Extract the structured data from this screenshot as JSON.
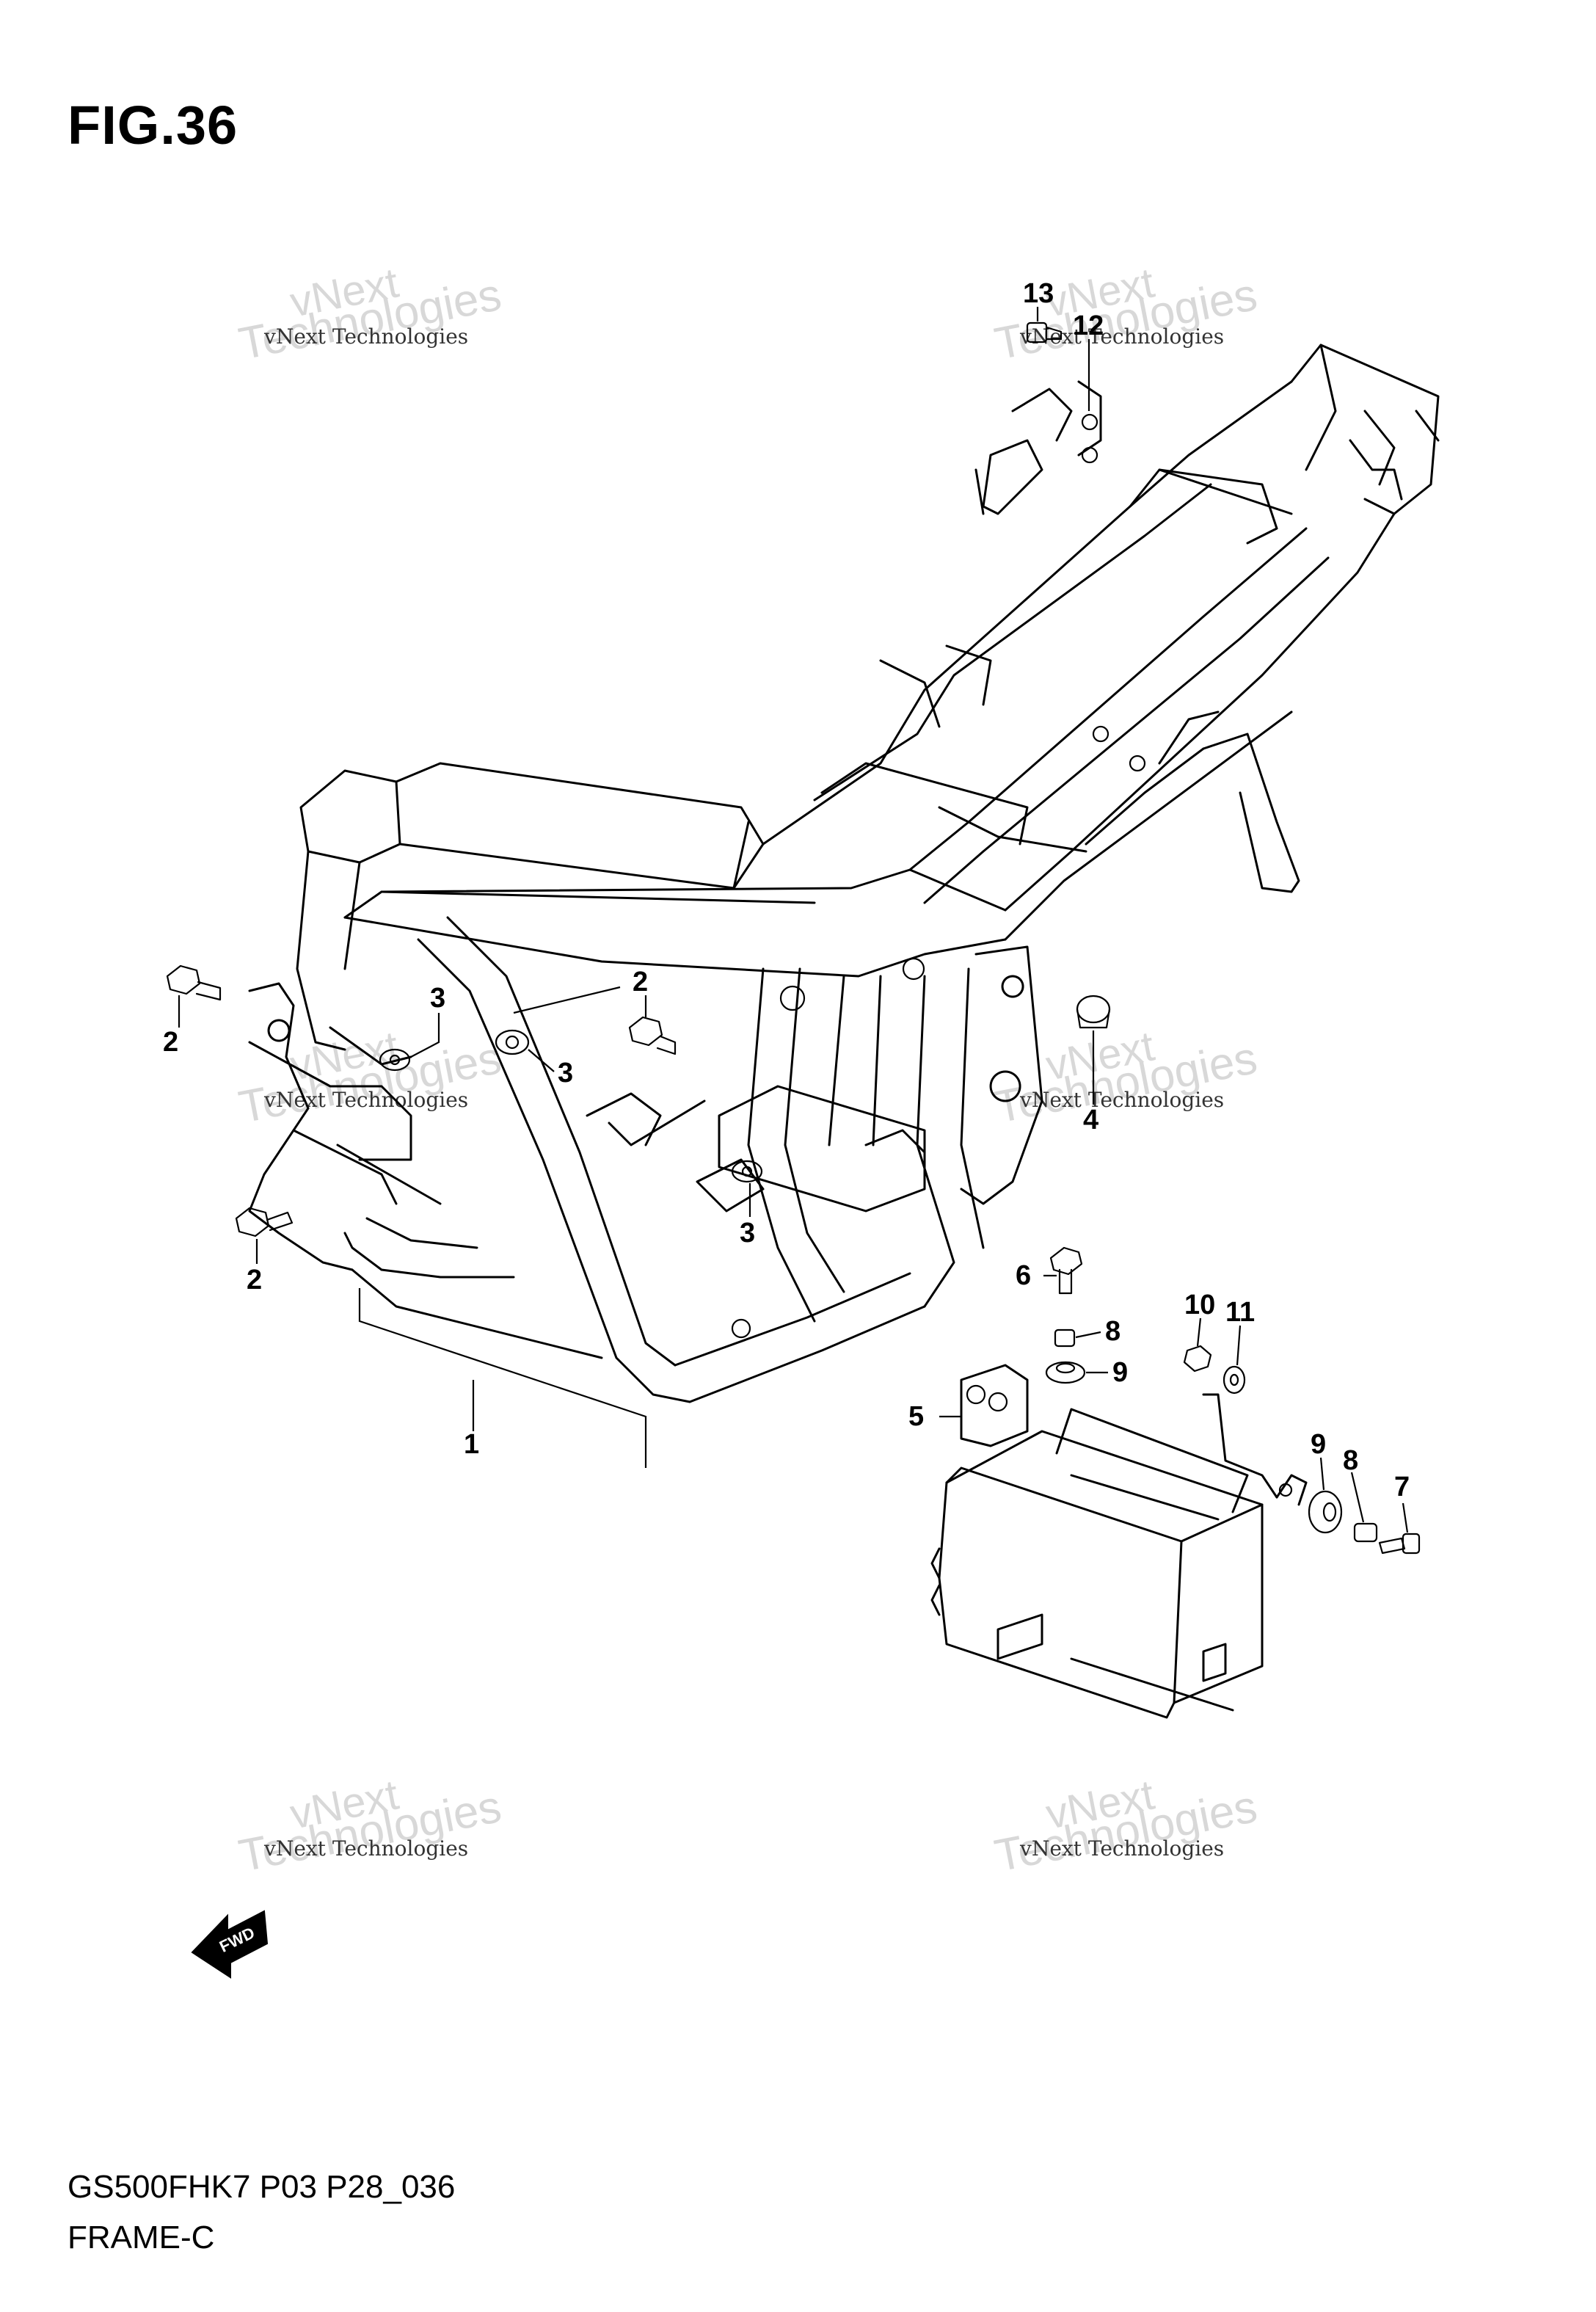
{
  "figure": {
    "title": "FIG.36",
    "code": "GS500FHK7 P03 P28_036",
    "name": "FRAME-C"
  },
  "watermark": {
    "line_small": "vNext Technologies",
    "line_big_a": "vNext",
    "line_big_b": "Technologies"
  },
  "direction_arrow": {
    "label": "FWD"
  },
  "callouts": [
    {
      "id": "c1",
      "label": "1"
    },
    {
      "id": "c2a",
      "label": "2"
    },
    {
      "id": "c2b",
      "label": "2"
    },
    {
      "id": "c2c",
      "label": "2"
    },
    {
      "id": "c3a",
      "label": "3"
    },
    {
      "id": "c3b",
      "label": "3"
    },
    {
      "id": "c3c",
      "label": "3"
    },
    {
      "id": "c4",
      "label": "4"
    },
    {
      "id": "c5",
      "label": "5"
    },
    {
      "id": "c6",
      "label": "6"
    },
    {
      "id": "c7",
      "label": "7"
    },
    {
      "id": "c8a",
      "label": "8"
    },
    {
      "id": "c8b",
      "label": "8"
    },
    {
      "id": "c9a",
      "label": "9"
    },
    {
      "id": "c9b",
      "label": "9"
    },
    {
      "id": "c10",
      "label": "10"
    },
    {
      "id": "c11",
      "label": "11"
    },
    {
      "id": "c12",
      "label": "12"
    },
    {
      "id": "c13",
      "label": "13"
    }
  ]
}
